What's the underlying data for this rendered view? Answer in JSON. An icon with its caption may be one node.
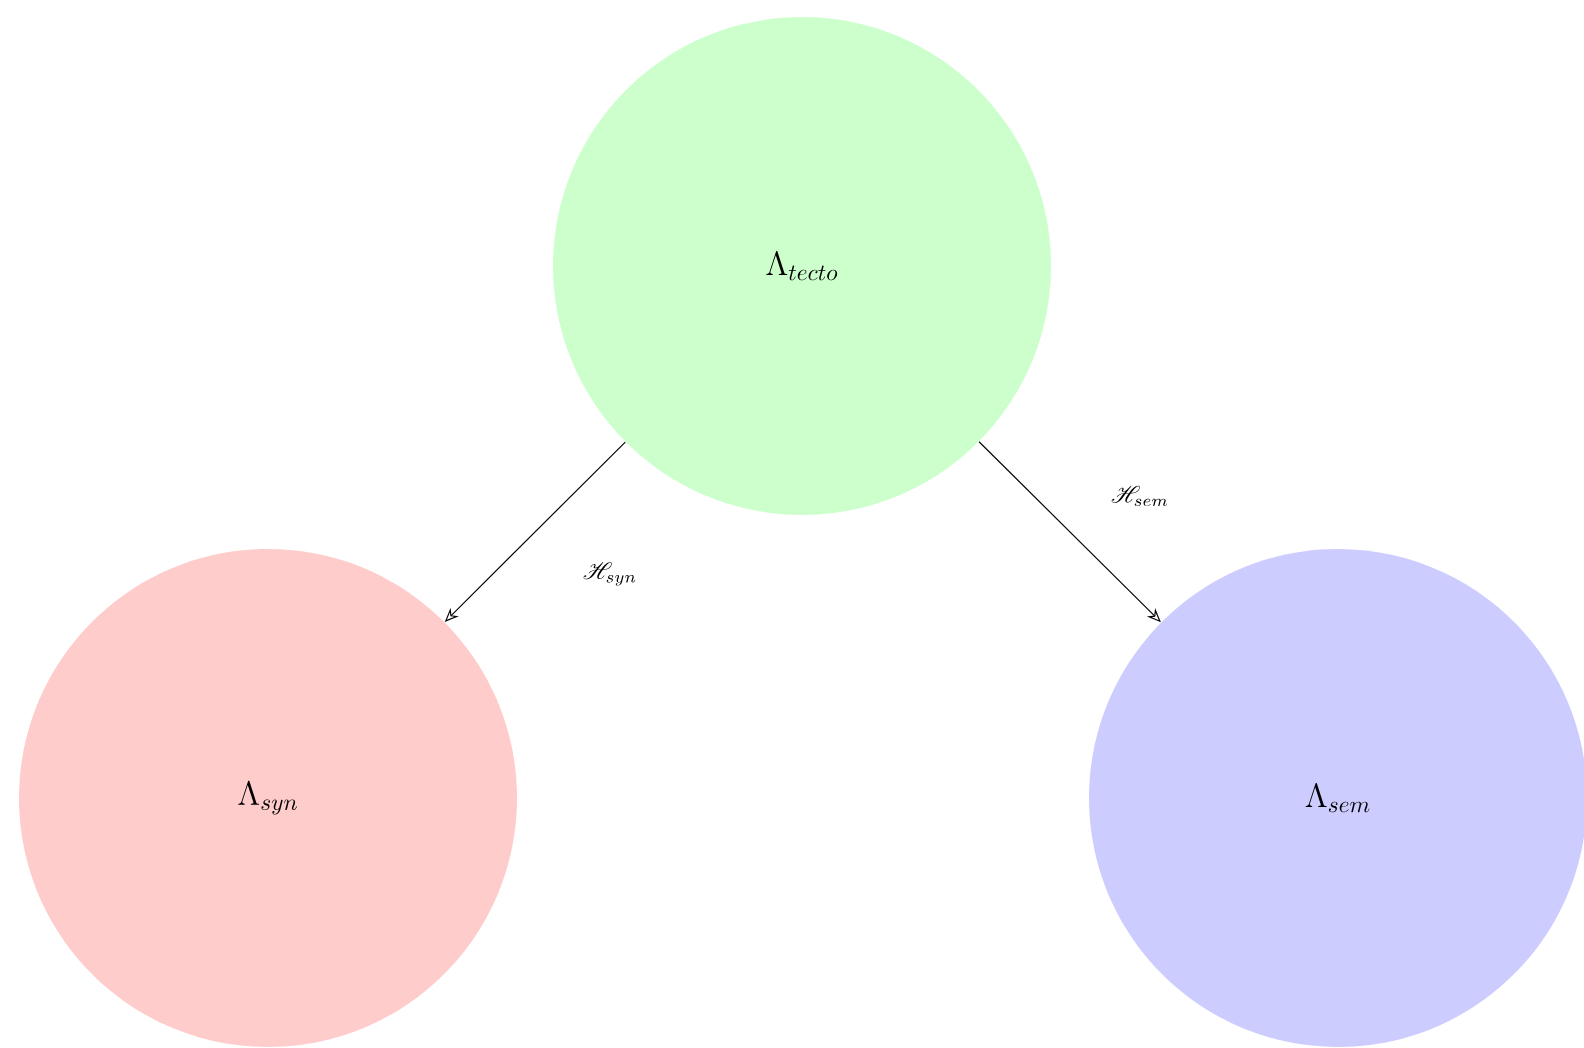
{
  "diagram": {
    "nodes": [
      {
        "text": [
          "\\Lambda_{tecto}"
        ]
      },
      {
        "text": [
          "\\Lambda_{syn}"
        ]
      },
      {
        "text": [
          "\\Lambda_{sem}"
        ]
      }
    ],
    "edges": [
      {
        "from": 0,
        "to": 1,
        "arrow": "to",
        "label": "\\mathscr{H}_{syn}"
      },
      {
        "from": 0,
        "to": 2,
        "arrow": "to",
        "label": "\\mathscr{H}_{sem}"
      }
    ]
  }
}
